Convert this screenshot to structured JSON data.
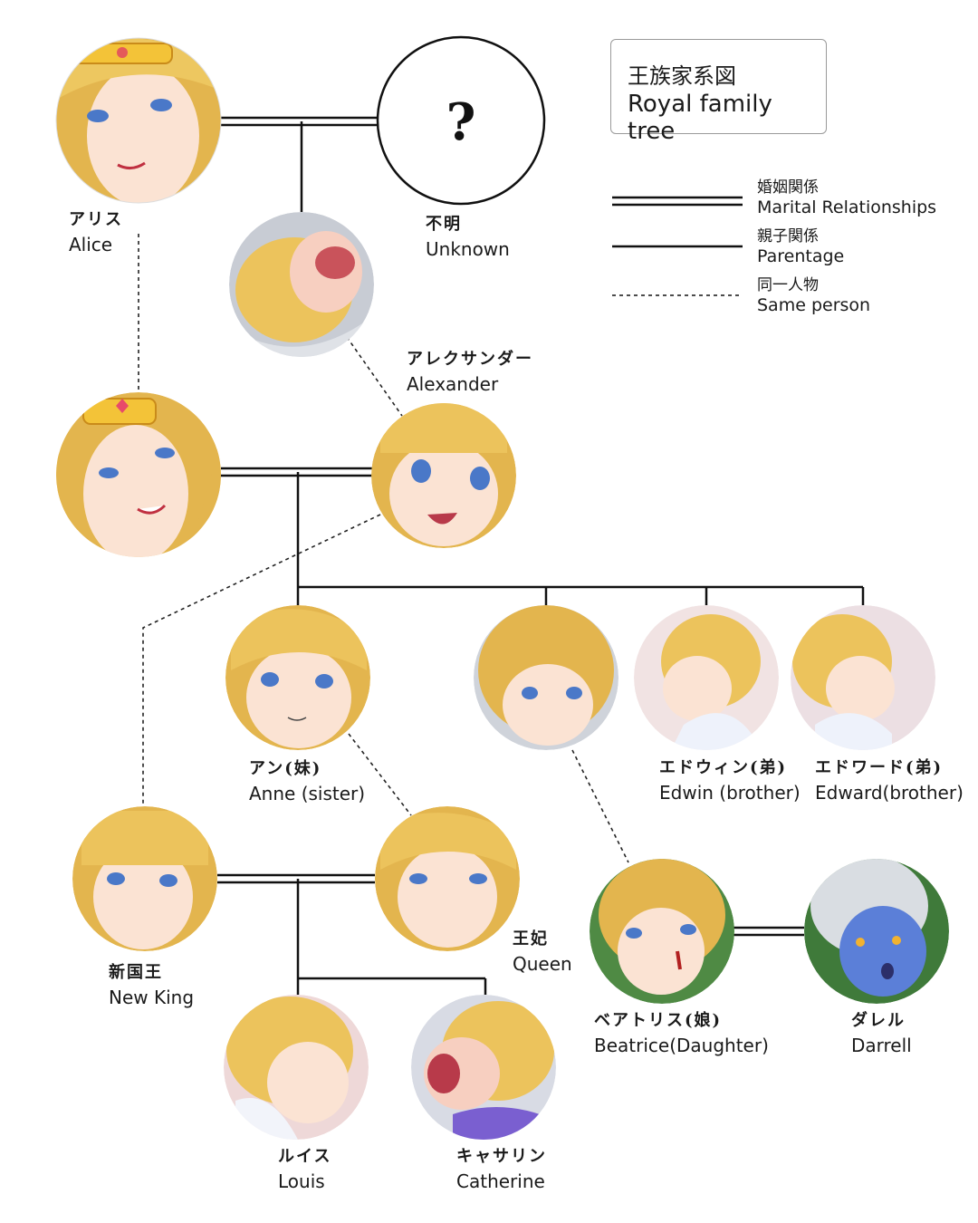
{
  "title": {
    "jp": "王族家系図",
    "en": "Royal family tree"
  },
  "legend": [
    {
      "line": "double",
      "jp": "婚姻関係",
      "en": "Marital Relationships"
    },
    {
      "line": "solid",
      "jp": "親子関係",
      "en": "Parentage"
    },
    {
      "line": "dotted",
      "jp": "同一人物",
      "en": "Same person"
    }
  ],
  "people": {
    "alice": {
      "jp": "アリス",
      "en": "Alice"
    },
    "unknown": {
      "jp": "不明",
      "en": "Unknown",
      "symbol": "?"
    },
    "alexander": {
      "jp": "アレクサンダー",
      "en": "Alexander"
    },
    "anne": {
      "jp": "アン(妹)",
      "en": "Anne (sister)"
    },
    "edwin": {
      "jp": "エドウィン(弟)",
      "en": "Edwin (brother)"
    },
    "edward": {
      "jp": "エドワード(弟)",
      "en": "Edward(brother)"
    },
    "new_king": {
      "jp": "新国王",
      "en": "New King"
    },
    "queen": {
      "jp": "王妃",
      "en": "Queen"
    },
    "beatrice": {
      "jp": "ベアトリス(娘)",
      "en": "Beatrice(Daughter)"
    },
    "darrell": {
      "jp": "ダレル",
      "en": "Darrell"
    },
    "louis": {
      "jp": "ルイス",
      "en": "Louis"
    },
    "catherine": {
      "jp": "キャサリン",
      "en": "Catherine"
    }
  },
  "colors": {
    "line": "#111111",
    "hair": "#e9c45a",
    "hair_shade": "#c9983a",
    "skin": "#fbe1d0",
    "eyes": "#4a78c8",
    "blue_skin": "#5b7fd8",
    "silver_hair": "#d9dde2",
    "forest": "#3f7a3a"
  }
}
